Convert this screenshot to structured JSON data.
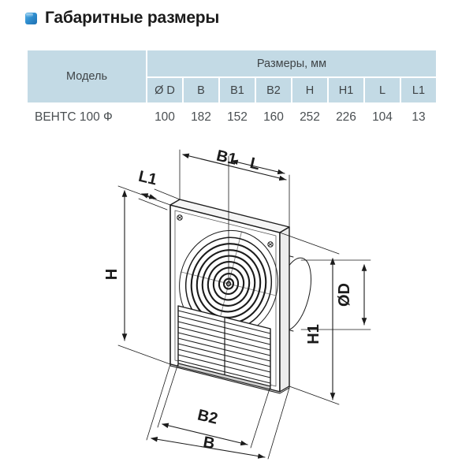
{
  "heading": {
    "icon": "blue-square-icon",
    "title": "Габаритные размеры",
    "accent_color": "#2f8fd0"
  },
  "table": {
    "model_header": "Модель",
    "group_header": "Размеры, мм",
    "columns": [
      "Ø D",
      "B",
      "B1",
      "B2",
      "H",
      "H1",
      "L",
      "L1"
    ],
    "rows": [
      {
        "model": "ВЕНТС 100 Ф",
        "values": [
          "100",
          "182",
          "152",
          "160",
          "252",
          "226",
          "104",
          "13"
        ]
      }
    ],
    "cell_color": "#c3dae5",
    "text_color": "#3f4447"
  },
  "drawing": {
    "title": "isometric-ventilator-dimension-drawing",
    "labels": {
      "l1": "L1",
      "b1": "B1",
      "l": "L",
      "h": "H",
      "d": "ØD",
      "h1": "H1",
      "b2": "B2",
      "b": "B"
    },
    "line_color": "#1b1b1b"
  }
}
